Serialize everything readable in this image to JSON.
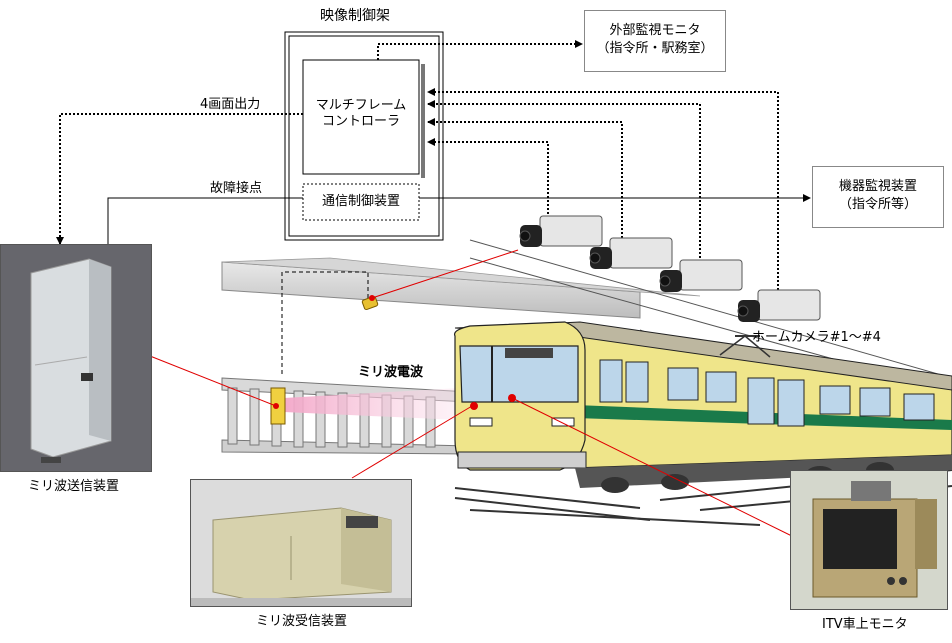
{
  "control_rack": {
    "title": "映像制御架",
    "multi_frame_controller": [
      "マルチフレーム",
      "コントローラ"
    ],
    "comm_controller": "通信制御装置"
  },
  "external_monitor": {
    "line1": "外部監視モニタ",
    "line2": "（指令所・駅務室）"
  },
  "equipment_monitor": {
    "line1": "機器監視装置",
    "line2": "（指令所等）"
  },
  "signals": {
    "quad_output": "4画面出力",
    "fault_contact": "故障接点"
  },
  "cameras": {
    "label": "ホームカメラ#1～#4"
  },
  "radio": {
    "label": "ミリ波電波"
  },
  "devices": {
    "transmitter": "ミリ波送信装置",
    "receiver": "ミリ波受信装置",
    "itv_monitor": "ITV車上モニタ"
  },
  "colors": {
    "pointer_line": "#e00000",
    "train_yellow": "#efe58a",
    "train_stripe": "#1a7a4a",
    "beam": "#f5b3d0"
  }
}
